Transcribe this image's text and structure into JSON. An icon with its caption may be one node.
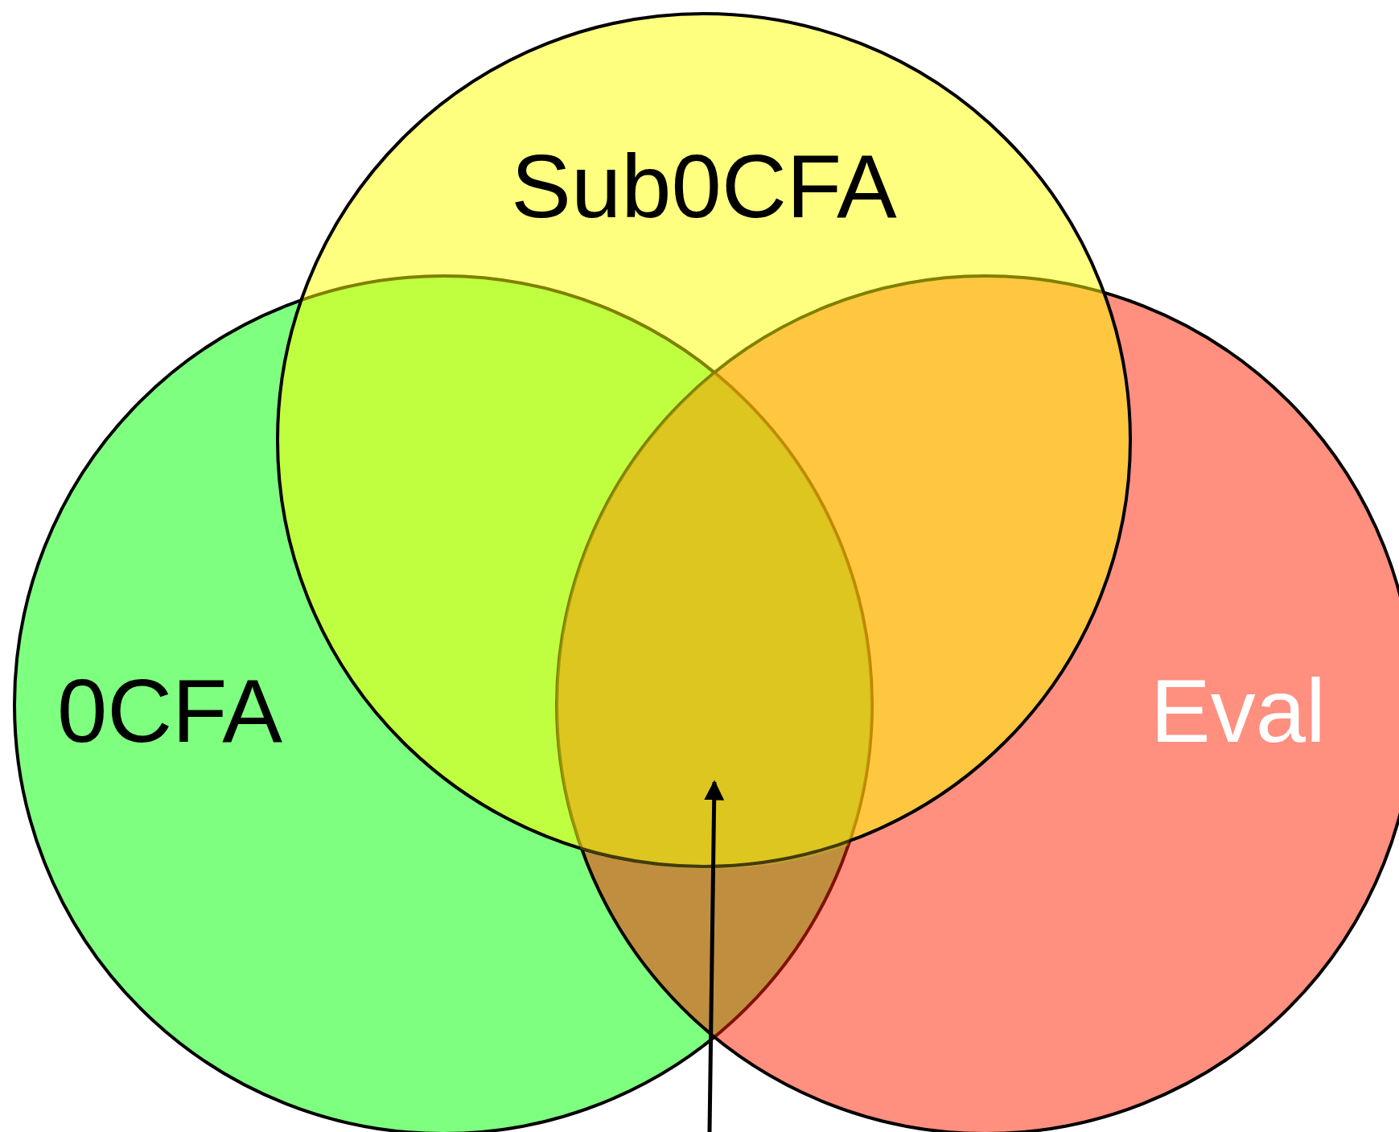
{
  "diagram": {
    "nodes": [
      {
        "text": [
          "Sub0CFA"
        ]
      },
      {
        "text": [
          "0CFA"
        ]
      },
      {
        "text": [
          "Eval"
        ]
      },
      {
        "text": [],
        "shape": "region"
      }
    ],
    "edges": [
      {
        "from": null,
        "to": 3,
        "arrow": "to"
      }
    ]
  }
}
